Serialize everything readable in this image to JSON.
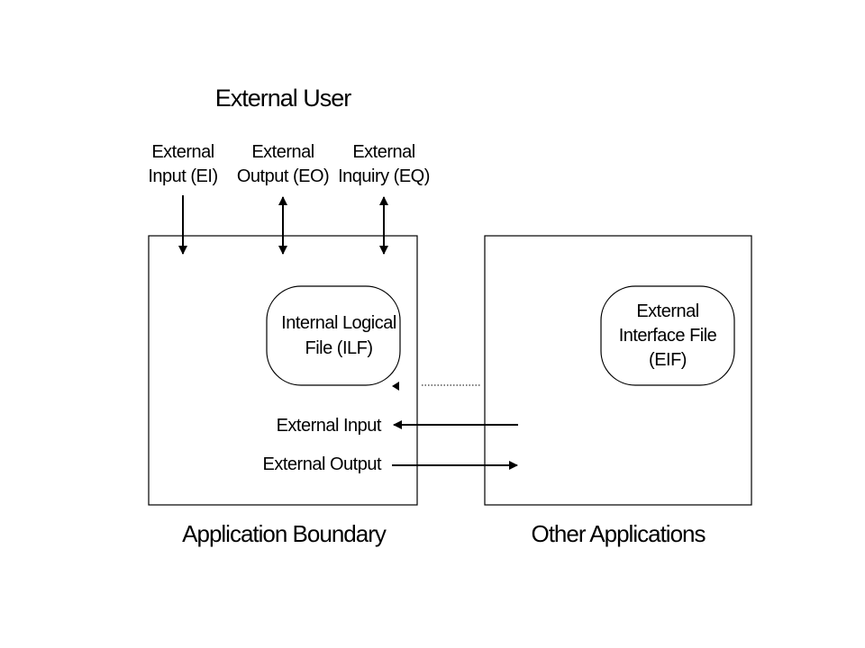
{
  "diagram": {
    "title": "External User",
    "top_labels": {
      "external_input": [
        "External",
        "Input (EI)"
      ],
      "external_output": [
        "External",
        "Output (EO)"
      ],
      "external_inquiry": [
        "External",
        "Inquiry (EQ)"
      ]
    },
    "ilf": [
      "Internal Logical",
      "File (ILF)"
    ],
    "eif": [
      "External",
      "Interface File",
      "(EIF)"
    ],
    "flow_labels": {
      "external_input": "External Input",
      "external_output": "External Output"
    },
    "boundaries": {
      "application": "Application Boundary",
      "other": "Other Applications"
    }
  },
  "colors": {
    "stroke": "#000000",
    "background": "#ffffff"
  }
}
